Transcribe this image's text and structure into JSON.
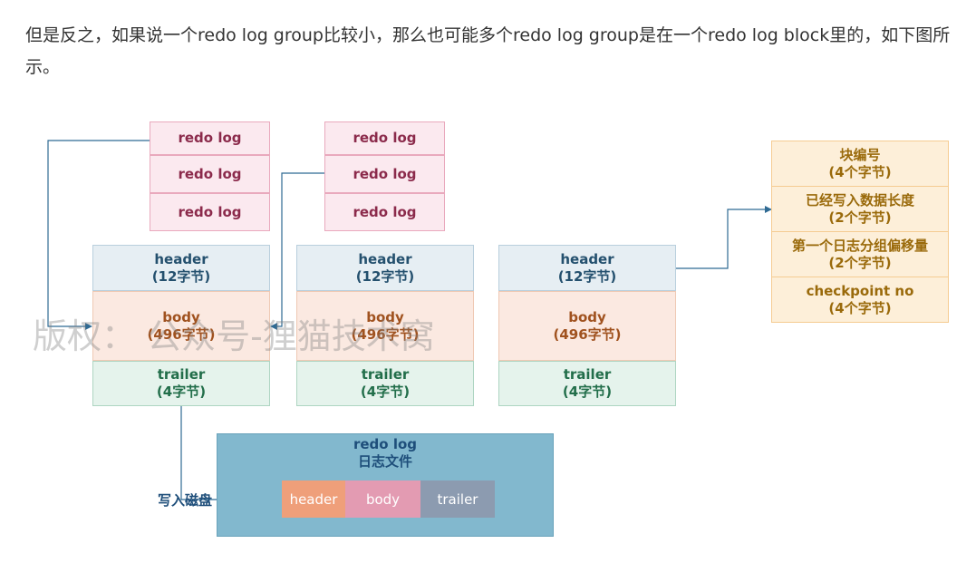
{
  "paragraph": "但是反之，如果说一个redo log group比较小，那么也可能多个redo log group是在一个redo log block里的，如下图所示。",
  "groups": [
    {
      "logs": [
        "redo log",
        "redo log",
        "redo log"
      ]
    },
    {
      "logs": [
        "redo log",
        "redo log",
        "redo log"
      ]
    }
  ],
  "blocks": [
    {
      "header": {
        "name": "header",
        "size": "(12字节)"
      },
      "body": {
        "name": "body",
        "size": "(496字节)"
      },
      "trailer": {
        "name": "trailer",
        "size": "(4字节)"
      }
    },
    {
      "header": {
        "name": "header",
        "size": "(12字节)"
      },
      "body": {
        "name": "body",
        "size": "(496字节)"
      },
      "trailer": {
        "name": "trailer",
        "size": "(4字节)"
      }
    },
    {
      "header": {
        "name": "header",
        "size": "(12字节)"
      },
      "body": {
        "name": "body",
        "size": "(496字节)"
      },
      "trailer": {
        "name": "trailer",
        "size": "(4字节)"
      }
    }
  ],
  "header_fields": [
    {
      "name": "块编号",
      "size": "(4个字节)"
    },
    {
      "name": "已经写入数据长度",
      "size": "(2个字节)"
    },
    {
      "name": "第一个日志分组偏移量",
      "size": "(2个字节)"
    },
    {
      "name": "checkpoint no",
      "size": "(4个字节)"
    }
  ],
  "log_file": {
    "title": "redo log",
    "subtitle": "日志文件",
    "segments": [
      "header",
      "body",
      "trailer"
    ],
    "segment_colors": [
      "#ef9f7a",
      "#e39bb2",
      "#8c9bb0"
    ]
  },
  "write_label": "写入磁盘",
  "watermark": "版权： 公众号-狸猫技术窝",
  "colors": {
    "connector": "#2f6a93"
  }
}
